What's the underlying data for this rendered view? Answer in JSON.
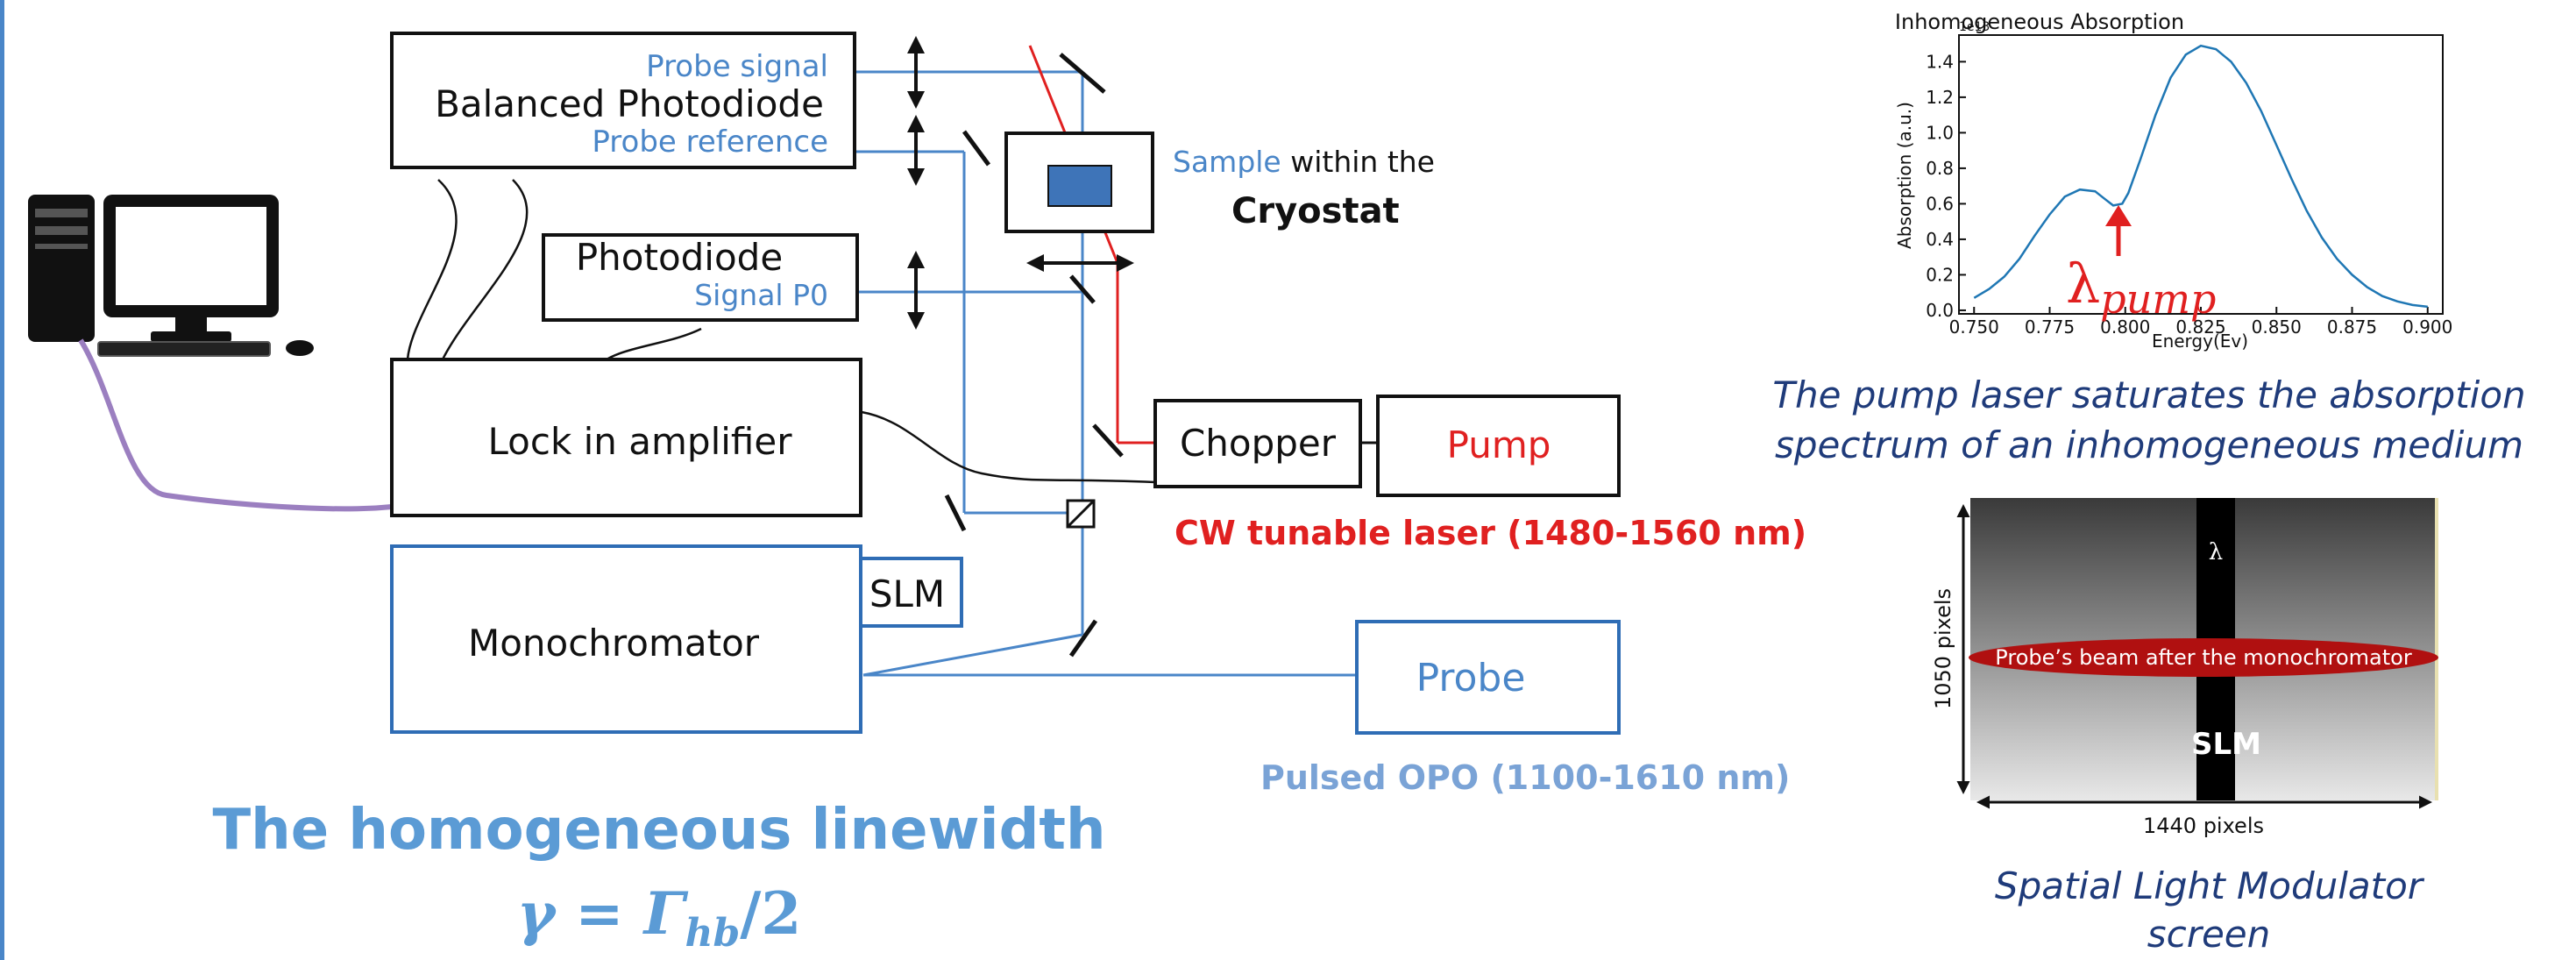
{
  "setup": {
    "balanced_photodiode": {
      "label": "Balanced Photodiode",
      "port_signal": "Probe signal",
      "port_reference": "Probe reference"
    },
    "sample": {
      "label_colored": "Sample",
      "label_rest": "within the",
      "label_cryostat": "Cryostat"
    },
    "photodiode": {
      "label": "Photodiode",
      "port": "Signal P0"
    },
    "lockin": {
      "label": "Lock in amplifier"
    },
    "chopper": {
      "label": "Chopper"
    },
    "pump": {
      "label": "Pump",
      "caption": "CW tunable laser (1480-1560 nm)"
    },
    "slm_small": {
      "label": "SLM"
    },
    "monochromator": {
      "label": "Monochromator"
    },
    "probe": {
      "label": "Probe",
      "caption": "Pulsed OPO (1100-1610 nm)"
    },
    "linewidth": {
      "title": "The homogeneous linewidth",
      "gamma": "γ",
      "equals": " = ",
      "Gamma": "Γ",
      "sub": "hb",
      "tail": "/2"
    }
  },
  "absorption_panel": {
    "caption_line1": "The pump laser saturates the absorption",
    "caption_line2": "spectrum of an inhomogeneous medium",
    "lambda": "λ",
    "lambda_sub": "pump"
  },
  "chart_data": {
    "type": "line",
    "title": "Inhomogeneous Absorption",
    "xlabel": "Energy(Ev)",
    "ylabel": "Absorption (a.u.)",
    "yscale_label": "1e13",
    "xlim": [
      0.745,
      0.905
    ],
    "ylim": [
      -0.02,
      1.55
    ],
    "xticks": [
      "0.750",
      "0.775",
      "0.800",
      "0.825",
      "0.850",
      "0.875",
      "0.900"
    ],
    "yticks": [
      "0.0",
      "0.2",
      "0.4",
      "0.6",
      "0.8",
      "1.0",
      "1.2",
      "1.4"
    ],
    "xtick_values": [
      0.75,
      0.775,
      0.8,
      0.825,
      0.85,
      0.875,
      0.9
    ],
    "ytick_values": [
      0.0,
      0.2,
      0.4,
      0.6,
      0.8,
      1.0,
      1.2,
      1.4
    ],
    "series": [
      {
        "color": "#1f77b4",
        "x": [
          0.75,
          0.755,
          0.76,
          0.765,
          0.77,
          0.775,
          0.78,
          0.785,
          0.79,
          0.793,
          0.796,
          0.799,
          0.801,
          0.805,
          0.81,
          0.815,
          0.82,
          0.825,
          0.83,
          0.835,
          0.84,
          0.845,
          0.85,
          0.855,
          0.86,
          0.865,
          0.87,
          0.875,
          0.88,
          0.885,
          0.89,
          0.895,
          0.9
        ],
        "y": [
          0.07,
          0.12,
          0.19,
          0.29,
          0.42,
          0.54,
          0.64,
          0.68,
          0.67,
          0.63,
          0.59,
          0.6,
          0.66,
          0.85,
          1.1,
          1.31,
          1.44,
          1.49,
          1.47,
          1.4,
          1.28,
          1.12,
          0.93,
          0.74,
          0.56,
          0.41,
          0.29,
          0.2,
          0.13,
          0.08,
          0.05,
          0.03,
          0.02
        ]
      }
    ]
  },
  "slm_panel": {
    "lambda": "λ",
    "beam_label": "Probe’s beam after the monochromator",
    "slm_label": "SLM",
    "height_label": "1050 pixels",
    "width_label": "1440 pixels",
    "caption_line1": "Spatial Light Modulator",
    "caption_line2": "screen"
  },
  "colors": {
    "blue": "#4a86c8",
    "red": "#ee1c1c",
    "purple": "#9b7fc0",
    "ink": "#111111",
    "title_blue": "#5b9bd5",
    "caption_navy": "#1f3b7a"
  }
}
